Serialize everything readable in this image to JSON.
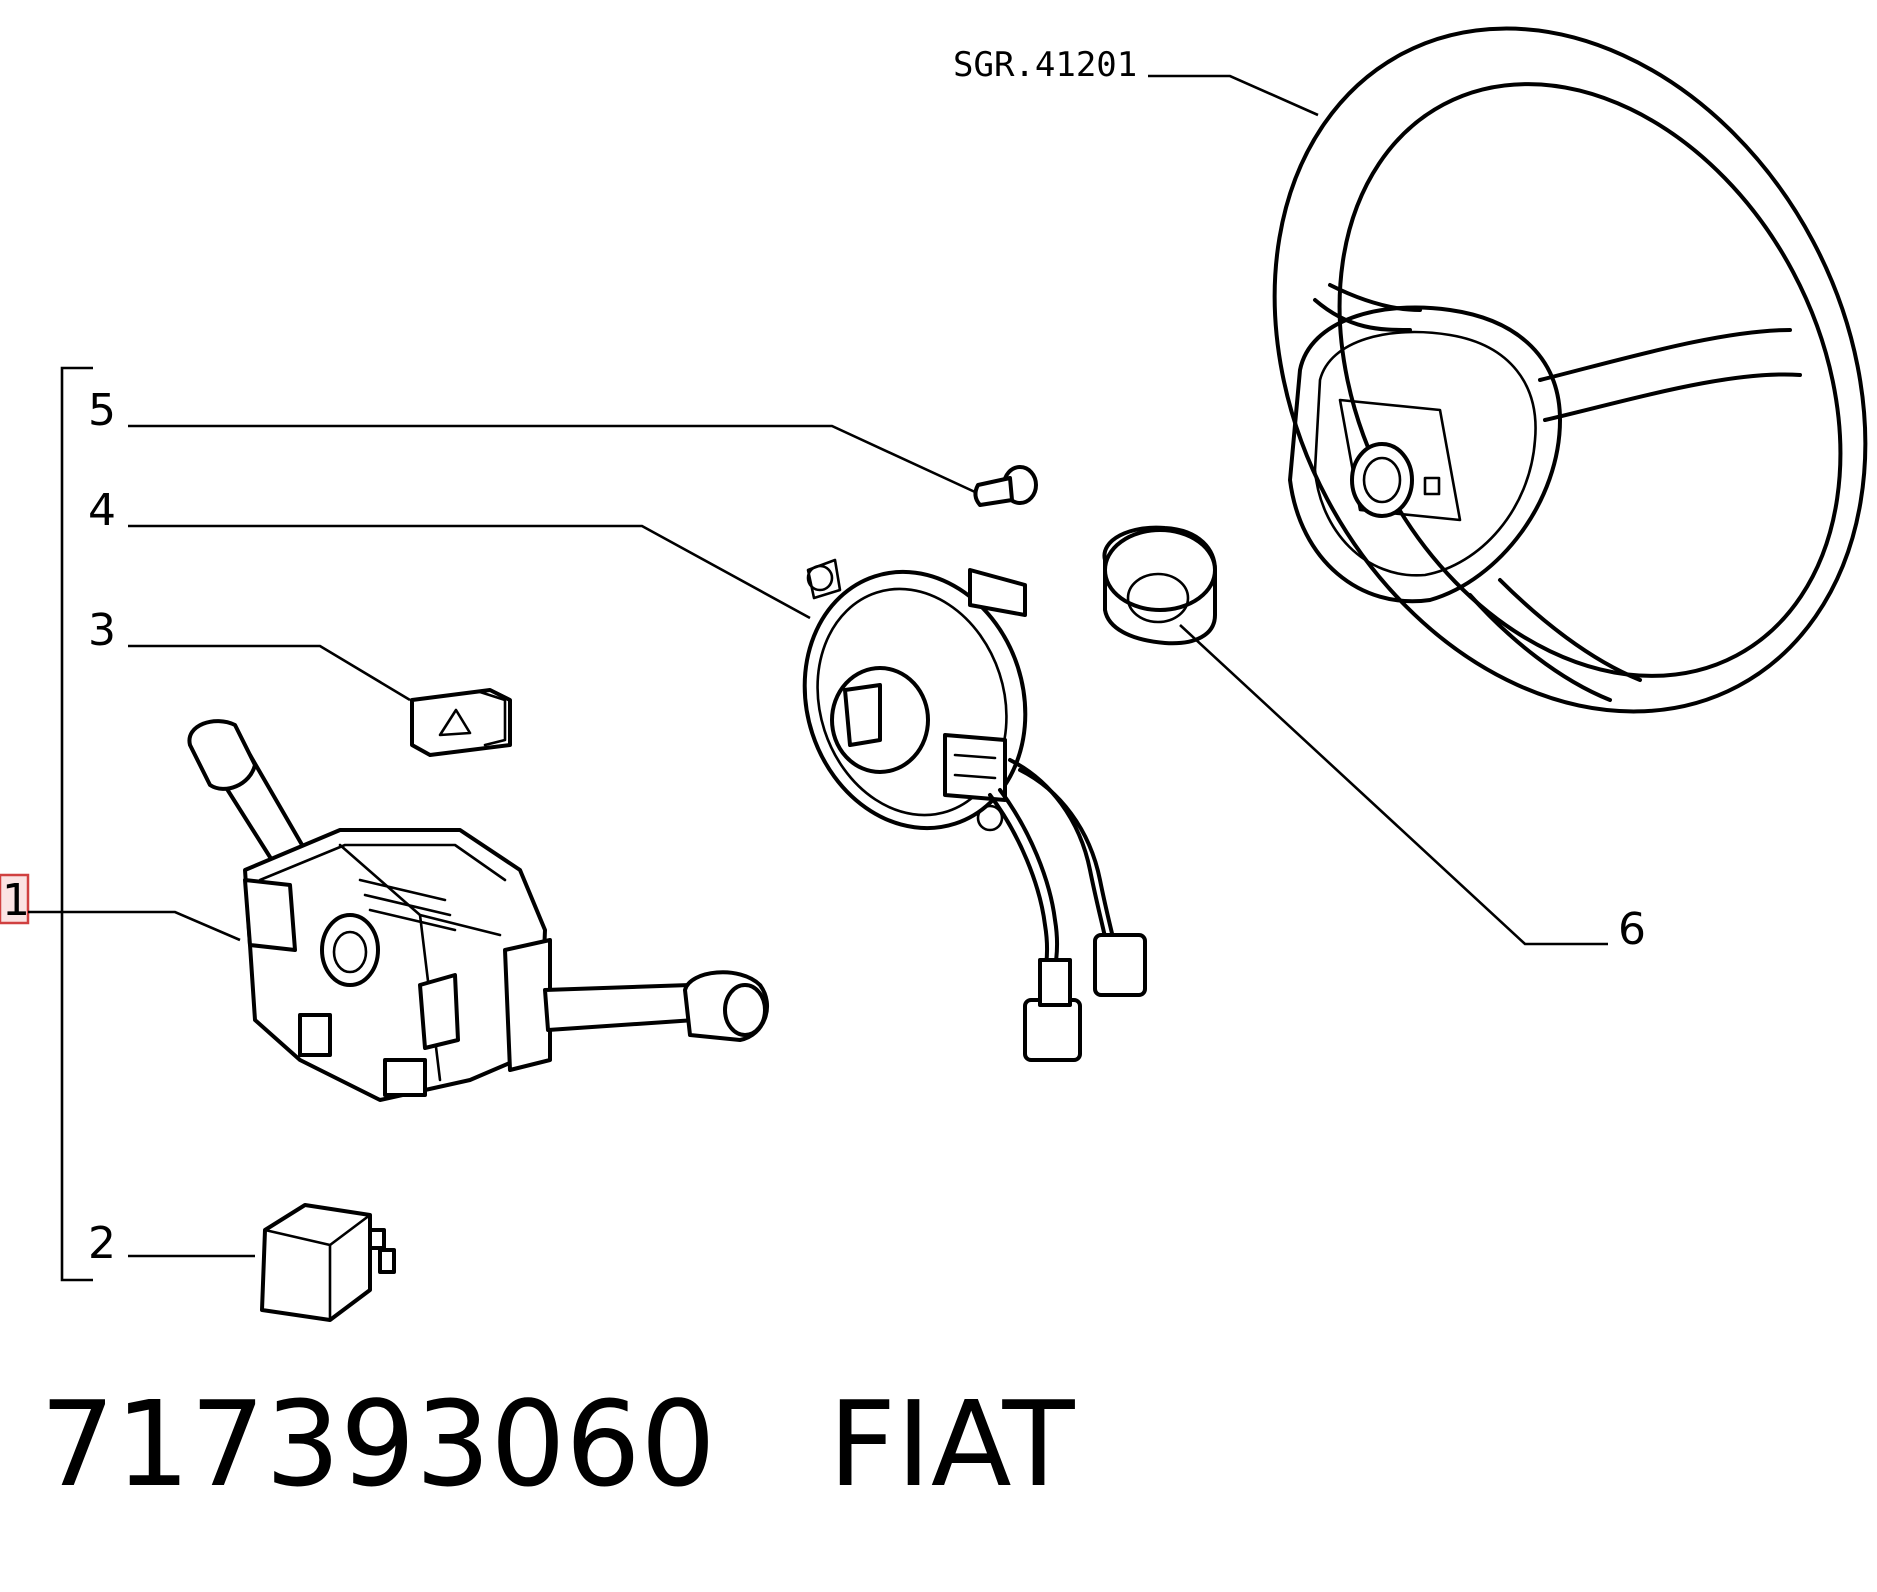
{
  "callouts": {
    "c1": "1",
    "c2": "2",
    "c3": "3",
    "c4": "4",
    "c5": "5",
    "c6": "6"
  },
  "reference_label": "SGR.41201",
  "footer": {
    "part_number": "717393060",
    "brand": "FIAT"
  },
  "highlight_color": "#d04040"
}
